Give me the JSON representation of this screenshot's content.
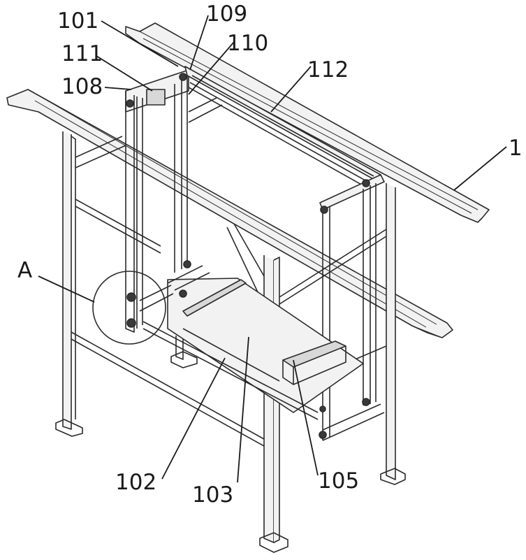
{
  "labels": {
    "l101": "101",
    "l109": "109",
    "l110": "110",
    "l111": "111",
    "l108": "108",
    "l112": "112",
    "l1": "1",
    "lA": "A",
    "l102": "102",
    "l103": "103",
    "l105": "105"
  }
}
